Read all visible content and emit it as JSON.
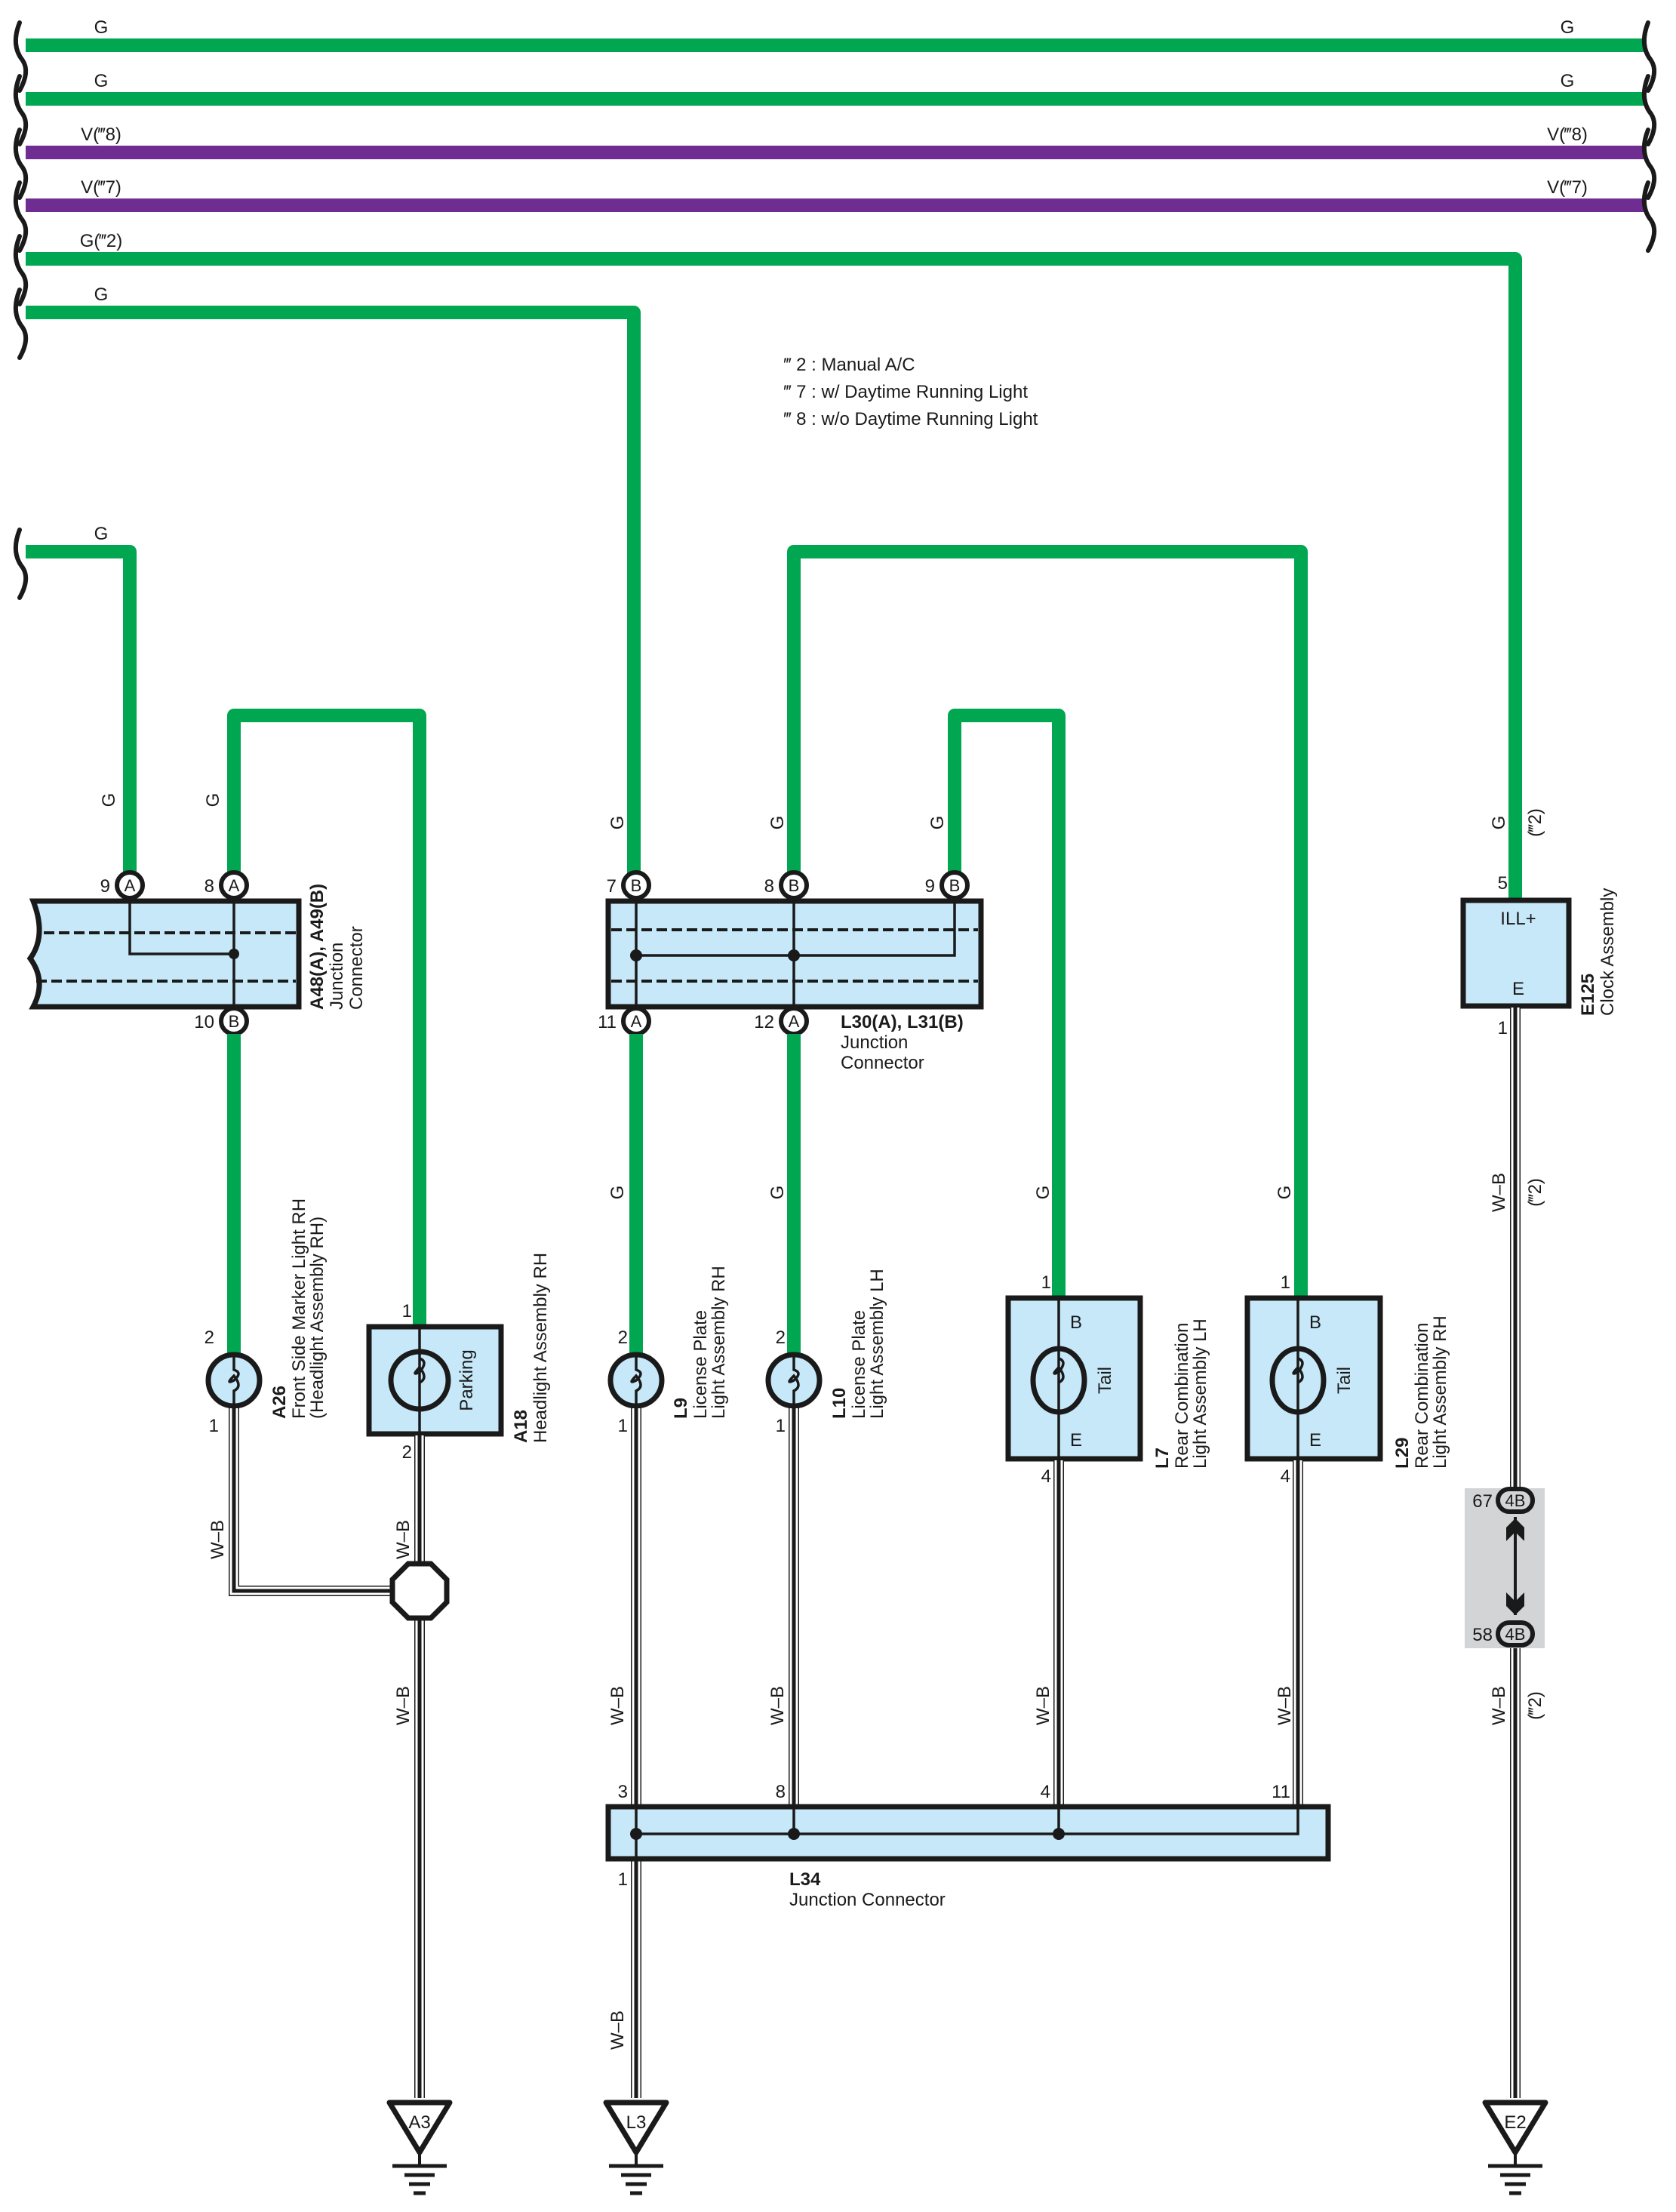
{
  "colors": {
    "green_wire": "#00a650",
    "violet_wire": "#6f2c91",
    "component_fill": "#c7e8f9",
    "connector_group": "#d3d4d6"
  },
  "top_wires": [
    {
      "left_label": "G",
      "right_label": "G",
      "color": "green"
    },
    {
      "left_label": "G",
      "right_label": "G",
      "color": "green"
    },
    {
      "left_label": "V(‴8)",
      "right_label": "V(‴8)",
      "color": "violet"
    },
    {
      "left_label": "V(‴7)",
      "right_label": "V(‴7)",
      "color": "violet"
    },
    {
      "left_label": "G(‴2)",
      "color": "green"
    },
    {
      "left_label": "G",
      "color": "green"
    }
  ],
  "legend": [
    "‴ 2 : Manual A/C",
    "‴ 7 : w/ Daytime Running Light",
    "‴ 8 : w/o Daytime Running Light"
  ],
  "side_wire_label": "G",
  "wire_labels": {
    "g": "G",
    "wb": "W–B",
    "note2": "(‴2)"
  },
  "connectors": {
    "a48": {
      "code": "A48(A), A49(B)",
      "line1": "Junction",
      "line2": "Connector",
      "pins": [
        {
          "num": "9",
          "letter": "A"
        },
        {
          "num": "8",
          "letter": "A"
        },
        {
          "num": "10",
          "letter": "B"
        }
      ]
    },
    "l30": {
      "code": "L30(A), L31(B)",
      "line1": "Junction",
      "line2": "Connector",
      "pins": [
        {
          "num": "7",
          "letter": "B"
        },
        {
          "num": "8",
          "letter": "B"
        },
        {
          "num": "9",
          "letter": "B"
        },
        {
          "num": "11",
          "letter": "A"
        },
        {
          "num": "12",
          "letter": "A"
        }
      ]
    },
    "l34": {
      "code": "L34",
      "name": "Junction Connector",
      "pins": [
        "3",
        "8",
        "4",
        "11",
        "1"
      ]
    },
    "inline_4b": {
      "upper": {
        "num": "67",
        "code": "4B"
      },
      "lower": {
        "num": "58",
        "code": "4B"
      }
    }
  },
  "components": {
    "a26": {
      "code": "A26",
      "line1": "Front Side Marker Light RH",
      "line2": "(Headlight Assembly RH)",
      "pin_in": "2",
      "pin_out": "1"
    },
    "a18": {
      "code": "A18",
      "line1": "Headlight Assembly RH",
      "inner": "Parking",
      "pin_in": "1",
      "pin_out": "2"
    },
    "l9": {
      "code": "L9",
      "line1": "License Plate",
      "line2": "Light Assembly RH",
      "pin_in": "2",
      "pin_out": "1"
    },
    "l10": {
      "code": "L10",
      "line1": "License Plate",
      "line2": "Light Assembly LH",
      "pin_in": "2",
      "pin_out": "1"
    },
    "l7": {
      "code": "L7",
      "line1": "Rear Combination",
      "line2": "Light Assembly LH",
      "inner": "Tail",
      "term_top": "B",
      "term_bottom": "E",
      "pin_in": "1",
      "pin_out": "4"
    },
    "l29": {
      "code": "L29",
      "line1": "Rear Combination",
      "line2": "Light Assembly RH",
      "inner": "Tail",
      "term_top": "B",
      "term_bottom": "E",
      "pin_in": "1",
      "pin_out": "4"
    },
    "e125": {
      "code": "E125",
      "line1": "Clock Assembly",
      "term_top": "ILL+",
      "term_bottom": "E",
      "pin_in": "5",
      "pin_out": "1"
    }
  },
  "grounds": [
    "A3",
    "L3",
    "E2"
  ]
}
